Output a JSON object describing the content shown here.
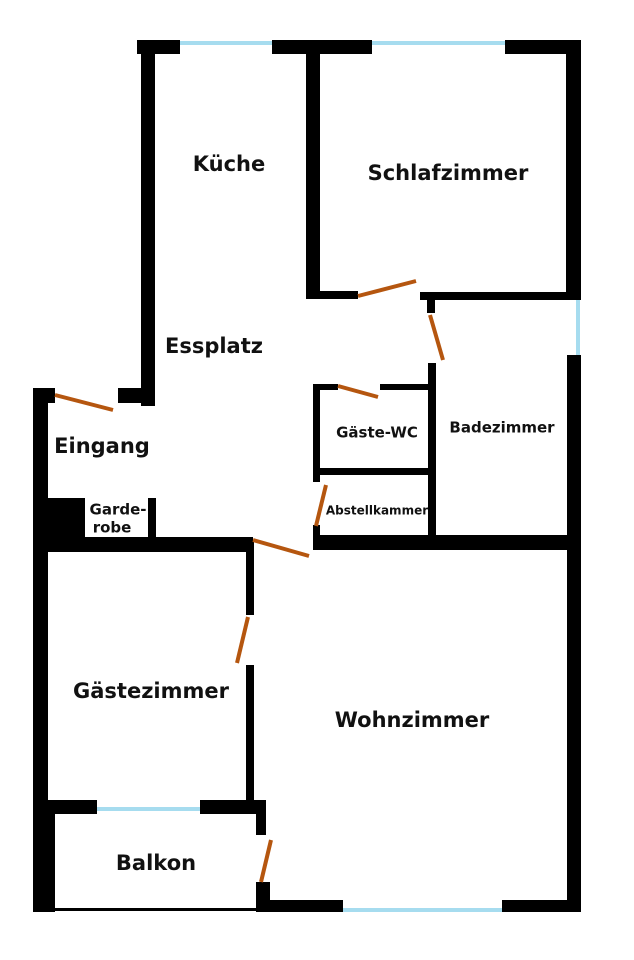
{
  "rooms": {
    "kueche": "Küche",
    "schlafzimmer": "Schlafzimmer",
    "essplatz": "Essplatz",
    "eingang": "Eingang",
    "gaeste_wc": "Gäste-WC",
    "badezimmer": "Badezimmer",
    "garderobe_line1": "Garde-",
    "garderobe_line2": "robe",
    "abstellkammer": "Abstellkammer",
    "gaestezimmer": "Gästezimmer",
    "wohnzimmer": "Wohnzimmer",
    "balkon": "Balkon"
  },
  "colors": {
    "wall": "#000000",
    "window": "#a6dcef",
    "door": "#b5560f"
  }
}
